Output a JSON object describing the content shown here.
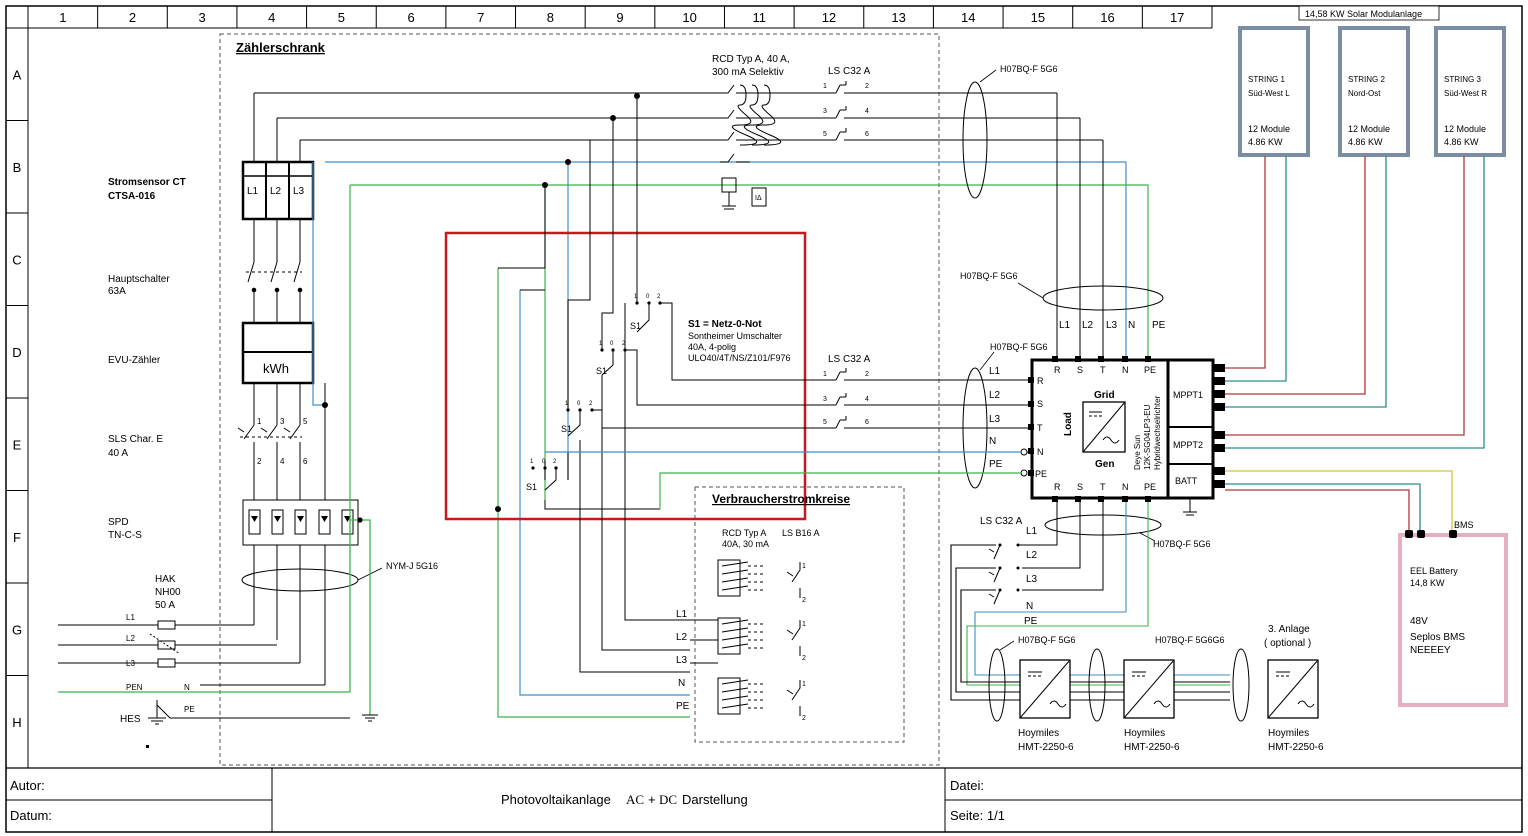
{
  "grid": {
    "columns": [
      "1",
      "2",
      "3",
      "4",
      "5",
      "6",
      "7",
      "8",
      "9",
      "10",
      "11",
      "12",
      "13",
      "14",
      "15",
      "16",
      "17"
    ],
    "rows": [
      "A",
      "B",
      "C",
      "D",
      "E",
      "F",
      "G",
      "H"
    ]
  },
  "sections": {
    "meter_cabinet": "Zählerschrank",
    "consumer_circuits": "Verbraucherstromkreise",
    "solar_title": "14,58 KW Solar Modulanlage"
  },
  "left_labels": {
    "ct_line1": "Stromsensor CT",
    "ct_line2": "CTSA-016",
    "main_switch_line1": "Hauptschalter",
    "main_switch_line2": "63A",
    "meter": "EVU-Zähler",
    "sls_line1": "SLS Char. E",
    "sls_line2": "40 A",
    "spd_line1": "SPD",
    "spd_line2": "TN-C-S",
    "hak_line1": "HAK",
    "hak_line2": "NH00",
    "hak_line3": "50 A",
    "hes": "HES",
    "cable_nym": "NYM-J 5G16",
    "kwh": "kWh"
  },
  "phases": {
    "l1": "L1",
    "l2": "L2",
    "l3": "L3",
    "n": "N",
    "pe": "PE",
    "pen": "PEN",
    "r": "R",
    "s": "S",
    "t": "T"
  },
  "rcd": {
    "line1": "RCD Typ A, 40 A,",
    "line2": "300 mA Selektiv"
  },
  "breakers": {
    "ls_c32": "LS C32 A",
    "ls_b16": "LS B16 A",
    "rcd_small_1": "RCD Typ A",
    "rcd_small_2": "40A, 30 mA"
  },
  "cables": {
    "h07": "H07BQ-F 5G6",
    "h07_double": "H07BQ-F 5G6G6"
  },
  "switch": {
    "label": "S1",
    "title": "S1 = Netz-0-Not",
    "line1": "Sontheimer Umschalter",
    "line2": "40A, 4-polig",
    "line3": "ULO40/4T/NS/Z101/F976",
    "pos": [
      "1",
      "0",
      "2"
    ]
  },
  "inverter": {
    "grid": "Grid",
    "load": "Load",
    "gen": "Gen",
    "name_line1": "Deye Sun",
    "name_line2": "12K-SG04LP3-EU",
    "name_line3": "Hybridwechselrichter",
    "mppt1": "MPPT1",
    "mppt2": "MPPT2",
    "batt": "BATT"
  },
  "strings": [
    {
      "name": "STRING 1",
      "dir": "Süd-West L",
      "modules": "12 Module",
      "power": "4.86 KW"
    },
    {
      "name": "STRING 2",
      "dir": "Nord-Ost",
      "modules": "12 Module",
      "power": "4.86 KW"
    },
    {
      "name": "STRING 3",
      "dir": "Süd-West R",
      "modules": "12 Module",
      "power": "4.86 KW"
    }
  ],
  "battery": {
    "bms": "BMS",
    "line1": "EEL Battery",
    "line2": "14,8 KW",
    "line3": "48V",
    "line4": "Seplos BMS",
    "line5": "NEEEEY"
  },
  "microinverters": {
    "optional_line1": "3. Anlage",
    "optional_line2": "( optional )",
    "brand": "Hoymiles",
    "model": "HMT-2250-6"
  },
  "title_block": {
    "author_label": "Autor:",
    "date_label": "Datum:",
    "title_main": "Photovoltaikanlage",
    "title_ac": "AC",
    "title_plus": "+",
    "title_dc": "DC",
    "title_end": "Darstellung",
    "file_label": "Datei:",
    "page_label": "Seite: 1/1"
  },
  "colors": {
    "red_box": "#c8191e",
    "string_box": "#7b8da3",
    "battery_box": "#e5afc4",
    "pe_green": "#3cb44b",
    "n_blue": "#3f8fc7",
    "dc_red": "#b03a3a",
    "dc_teal": "#2a8f8a",
    "bms_yellow": "#d6c43a",
    "dashed": "#555555"
  }
}
